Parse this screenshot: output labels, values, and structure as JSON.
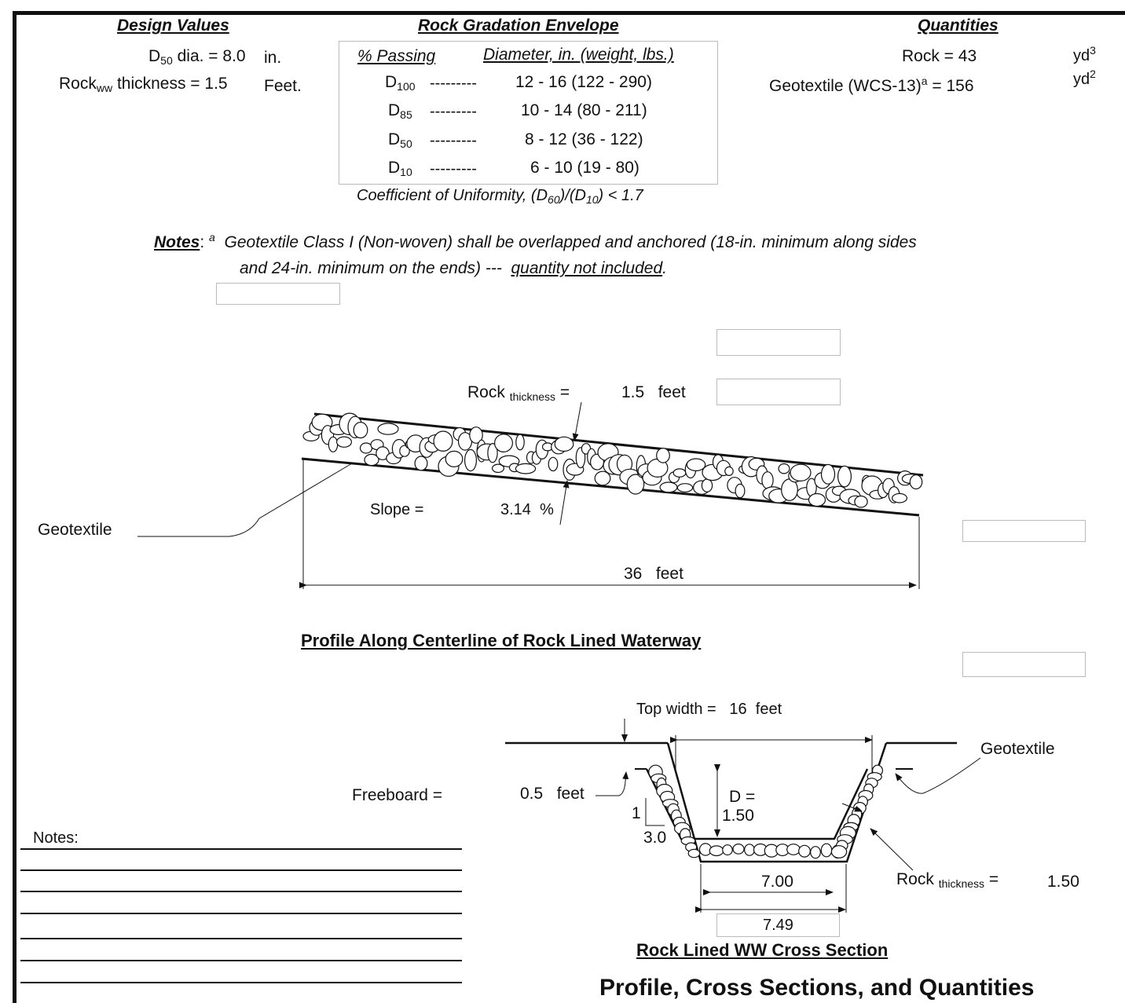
{
  "design_values": {
    "heading": "Design Values",
    "d50_label": "dia. =",
    "d50_value": "8.0",
    "d50_unit": "in.",
    "thickness_label": "thickness =",
    "thickness_value": "1.5",
    "thickness_unit": "Feet."
  },
  "gradation": {
    "heading": "Rock Gradation Envelope",
    "col1": "% Passing",
    "col2": "Diameter, in. (weight, lbs.)",
    "rows": [
      {
        "d": "100",
        "dash": "---------",
        "range": "12 - 16 (122 - 290)"
      },
      {
        "d": "85",
        "dash": "---------",
        "range": "10 - 14 (80 - 211)"
      },
      {
        "d": "50",
        "dash": "---------",
        "range": "8 - 12 (36 - 122)"
      },
      {
        "d": "10",
        "dash": "---------",
        "range": "6 - 10 (19 - 80)"
      }
    ],
    "coef_prefix": "Coefficient of Uniformity, (D",
    "coef_sub1": "60",
    "coef_mid": ")/(D",
    "coef_sub2": "10",
    "coef_suffix": ") < 1.7"
  },
  "quantities": {
    "heading": "Quantities",
    "rock_label": "Rock =",
    "rock_value": "43",
    "rock_unit": "yd",
    "rock_unit_sup": "3",
    "geo_label": "Geotextile (WCS-13)",
    "geo_sup": "a",
    "geo_eq": "=",
    "geo_value": "156",
    "geo_unit": "yd",
    "geo_unit_sup": "2"
  },
  "notes_block": {
    "label": "Notes",
    "sep": ":",
    "sup": "a",
    "line1": "Geotextile Class I (Non-woven) shall be overlapped and anchored (18-in. minimum along sides",
    "line2": "and 24-in. minimum on the ends) ---",
    "line2_u": "quantity not included",
    "line2_end": "."
  },
  "profile": {
    "rock_thickness_label": "Rock",
    "rock_thickness_sub": "thickness",
    "rock_thickness_eq": "=",
    "rock_thickness_value": "1.5",
    "rock_thickness_unit": "feet",
    "slope_label": "Slope =",
    "slope_value": "3.14",
    "slope_unit": "%",
    "geotextile_label": "Geotextile",
    "length_value": "36",
    "length_unit": "feet",
    "title": "Profile Along Centerline of Rock Lined Waterway"
  },
  "cross_section": {
    "top_width_label": "Top width =",
    "top_width_value": "16",
    "top_width_unit": "feet",
    "geotextile_label": "Geotextile",
    "freeboard_label": "Freeboard =",
    "freeboard_value": "0.5",
    "freeboard_unit": "feet",
    "d_label": "D =",
    "d_value": "1.50",
    "slope_rise": "1",
    "slope_run": "3.0",
    "bottom_inner": "7.00",
    "bottom_outer": "7.49",
    "rock_thickness_label": "Rock",
    "rock_thickness_sub": "thickness",
    "rock_thickness_eq": "=",
    "rock_thickness_value": "1.50",
    "title": "Rock Lined WW Cross Section"
  },
  "notes_area": {
    "label": "Notes:"
  },
  "page_title": "Profile, Cross Sections, and Quantities",
  "colors": {
    "line": "#111111",
    "box_border": "#bbbbbb"
  }
}
